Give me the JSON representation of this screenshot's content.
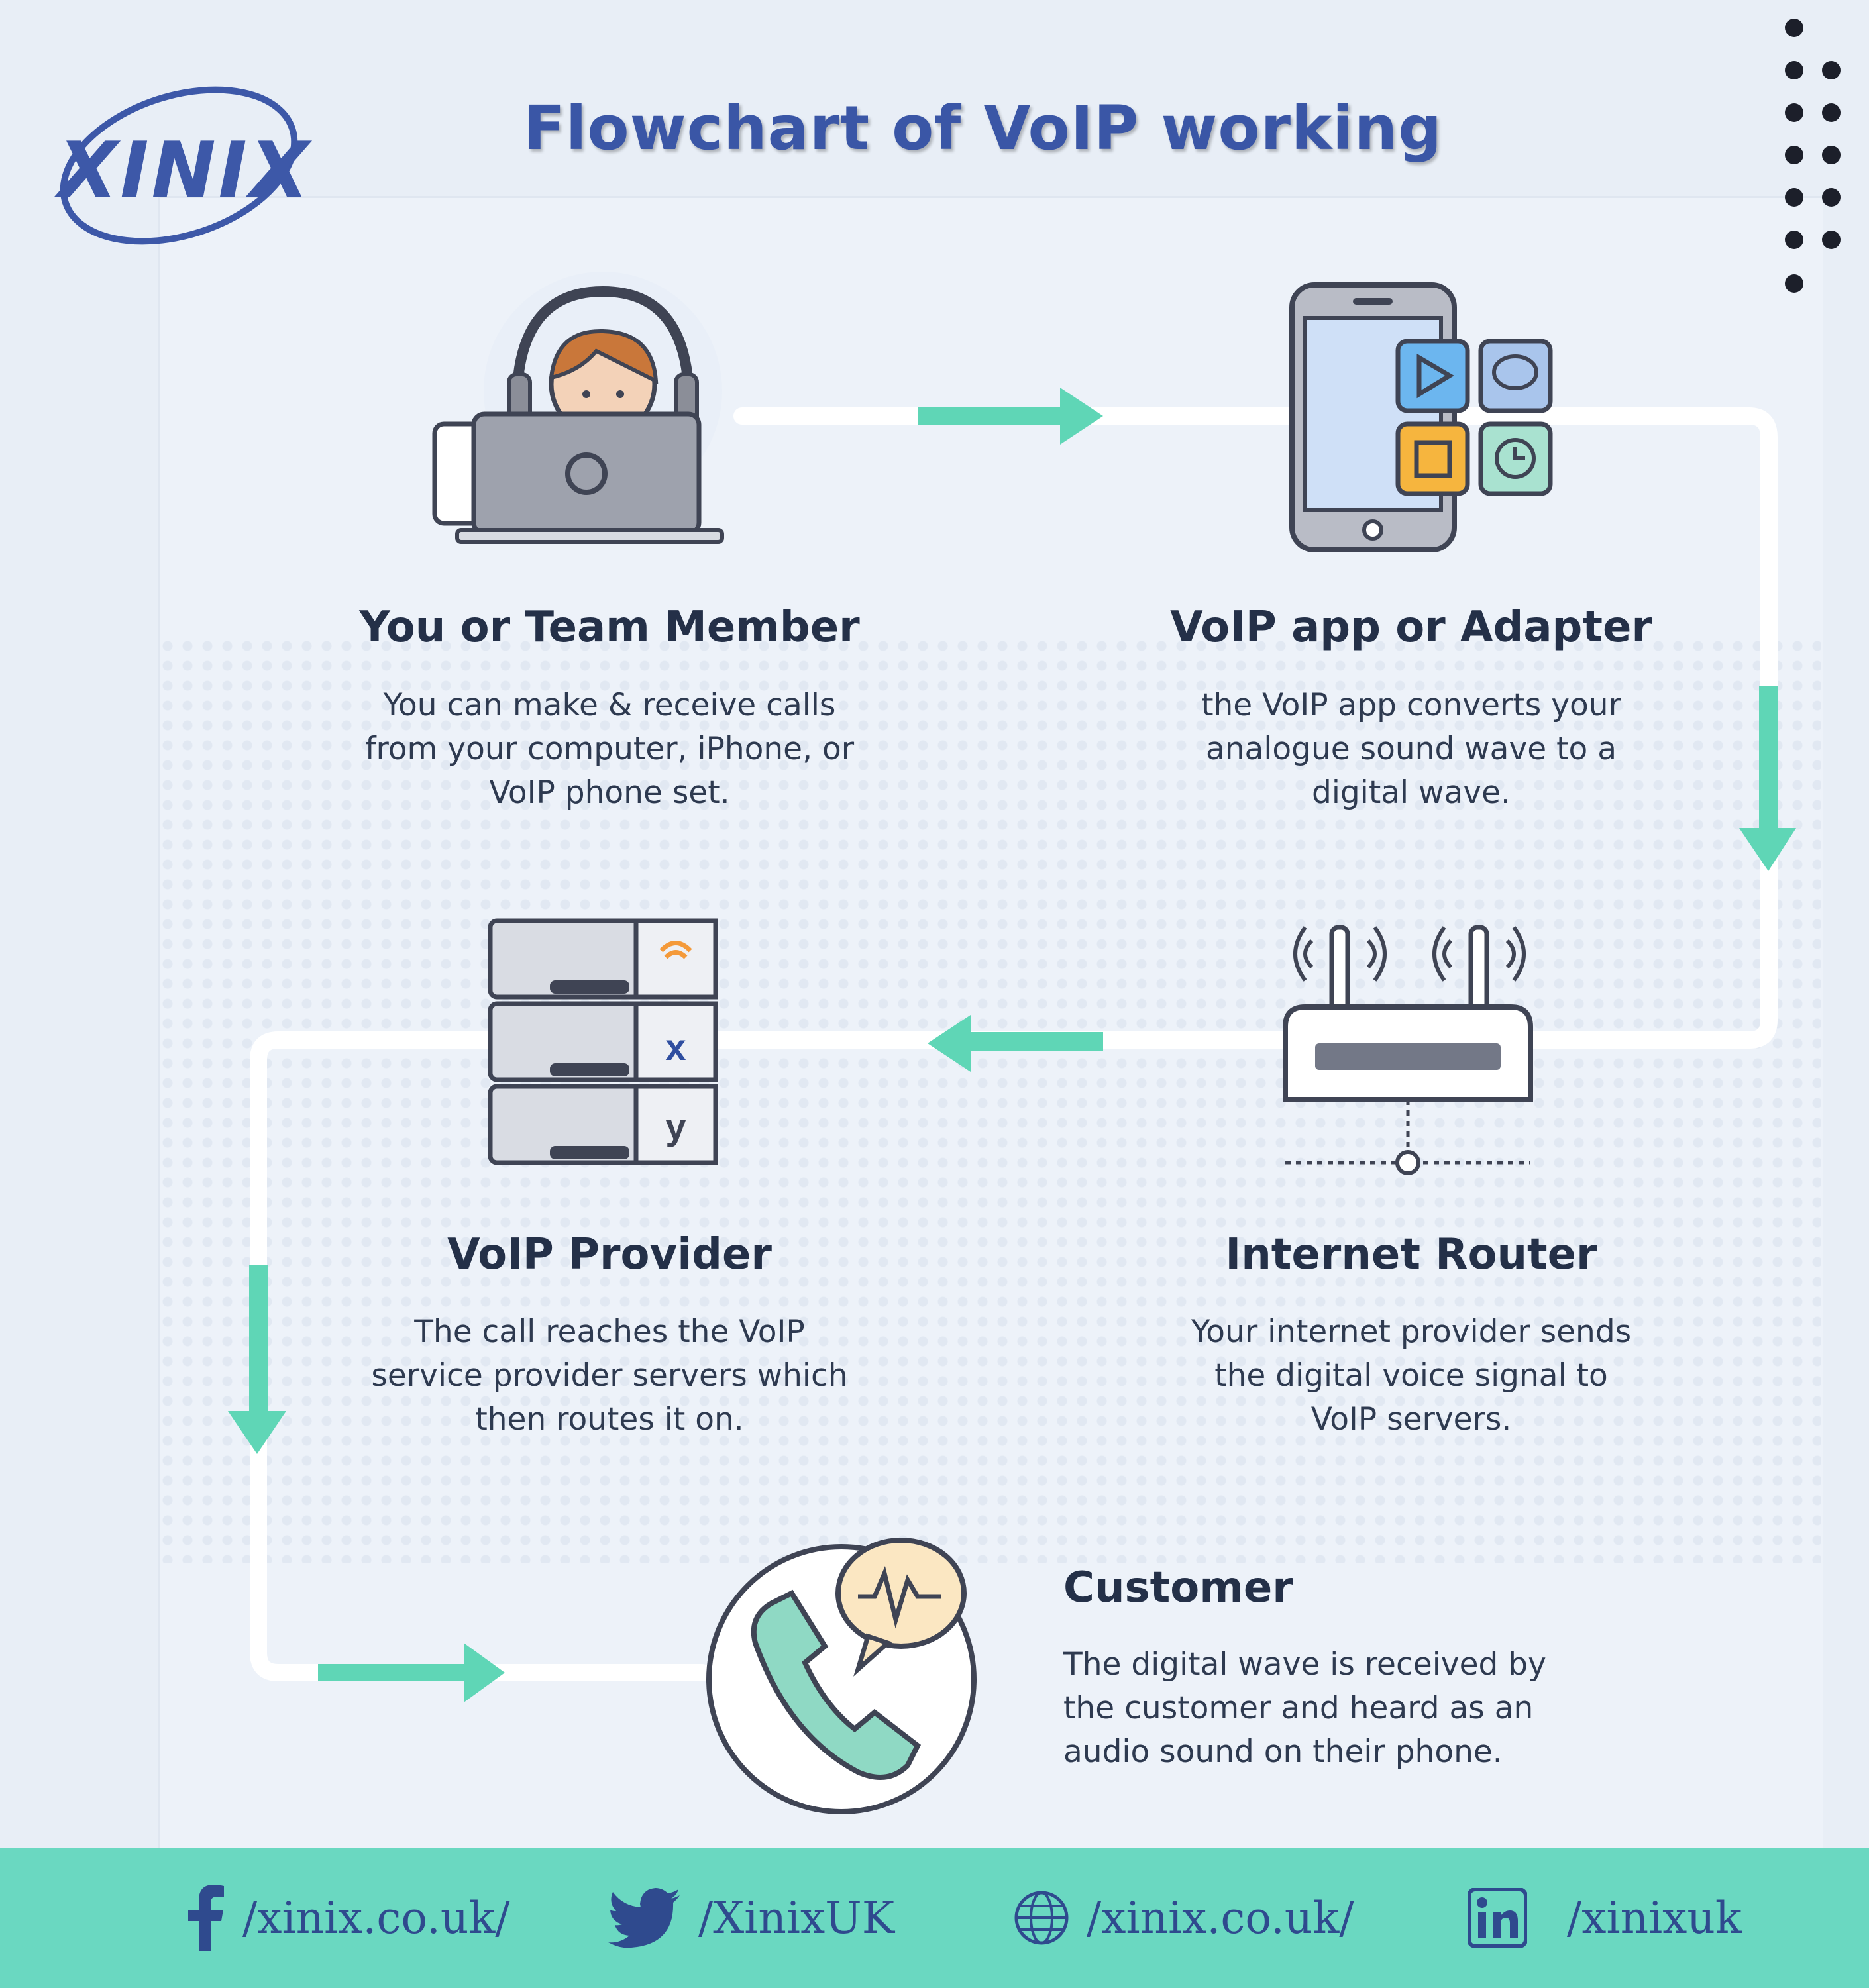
{
  "header": {
    "logo_text": "XINIX",
    "title": "Flowchart of  VoIP working"
  },
  "steps": [
    {
      "title": "You or Team Member",
      "description": "You can make & receive calls\nfrom your computer, iPhone, or\nVoIP phone set."
    },
    {
      "title": "VoIP app or Adapter",
      "description": "the VoIP app converts your\nanalogue sound wave to a\ndigital wave."
    },
    {
      "title": "Internet Router",
      "description": "Your internet provider sends\nthe digital voice signal to\nVoIP servers."
    },
    {
      "title": "VoIP Provider",
      "description": "The call reaches the VoIP\nservice provider servers which\nthen routes it on."
    },
    {
      "title": "Customer",
      "description": "The digital wave is received by\nthe customer and heard as an\naudio sound on their phone."
    }
  ],
  "footer": {
    "facebook": "/xinix.co.uk/",
    "twitter": "/XinixUK",
    "website": "/xinix.co.uk/",
    "linkedin": "/xinixuk"
  },
  "colors": {
    "accent": "#5fd6b6",
    "brand": "#3d58a8",
    "footer": "#6ad8c1",
    "text": "#243048"
  }
}
